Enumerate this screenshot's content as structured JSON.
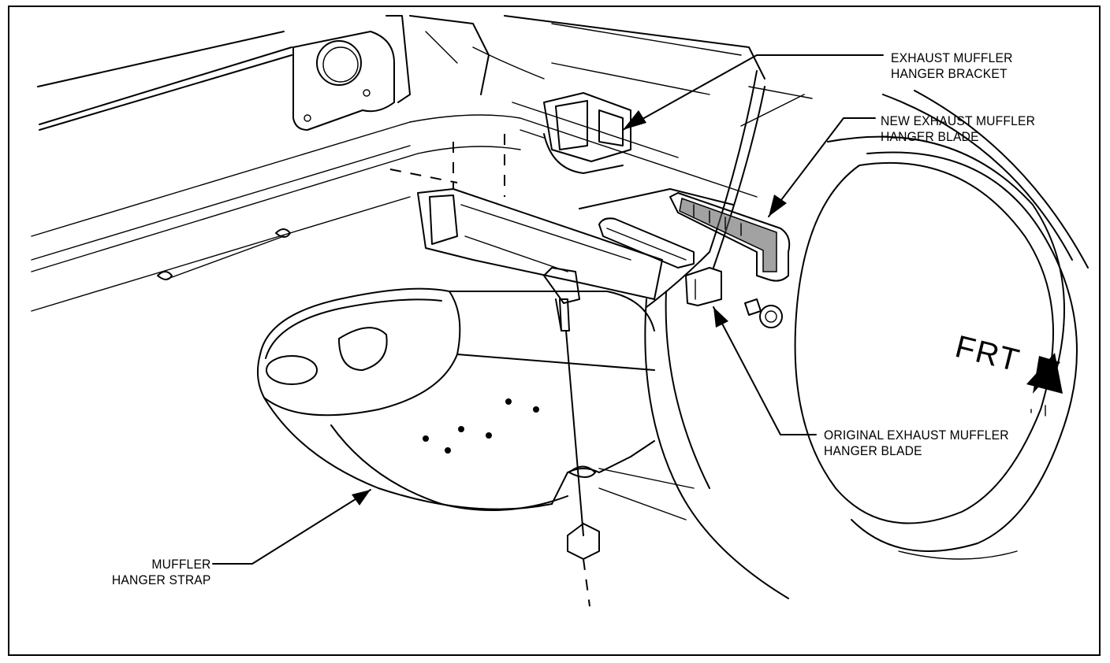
{
  "labels": {
    "bracket_line1": "EXHAUST MUFFLER",
    "bracket_line2": "HANGER BRACKET",
    "new_blade_line1": "NEW EXHAUST MUFFLER",
    "new_blade_line2": "HANGER BLADE",
    "orig_blade_line1": "ORIGINAL EXHAUST MUFFLER",
    "orig_blade_line2": "HANGER BLADE",
    "strap_line1": "MUFFLER",
    "strap_line2": "HANGER STRAP",
    "direction": "FRT"
  },
  "icons": {
    "direction_arrow": "arrow-icon"
  },
  "colors": {
    "ink": "#000000",
    "paper": "#ffffff"
  }
}
